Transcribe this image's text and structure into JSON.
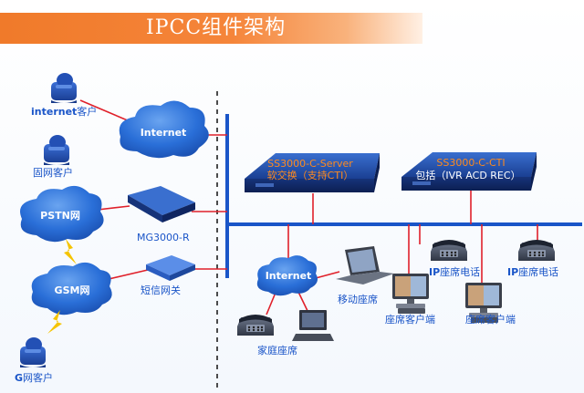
{
  "title": "IPCC组件架构",
  "clouds": {
    "internet_main": "Internet",
    "pstn": "PSTN网",
    "gsm": "GSM网",
    "internet_small": "Internet"
  },
  "labels": {
    "internet_customer_bold": "internet",
    "internet_customer_rest": "客户",
    "fixed_customer": "固网客户",
    "g_customer_bold": "G",
    "g_customer_rest": "网客户",
    "mg3000": "MG3000-R",
    "sms_gateway": "短信网关",
    "mobile_seat": "移动座席",
    "home_seat": "家庭座席",
    "seat_client_1": "座席客户端",
    "seat_client_2": "座席客户端",
    "ip_phone_1_bold": "IP",
    "ip_phone_1_rest": "座席电话",
    "ip_phone_2_bold": "IP",
    "ip_phone_2_rest": "座席电话"
  },
  "servers": {
    "server1_line1": "SS3000-C-Server",
    "server1_line2": "软交换（支持CTI）",
    "server2_line1": "SS3000-C-CTI",
    "server2_line2": "包括（IVR ACD REC）"
  },
  "colors": {
    "title_bar": "#f07a2a",
    "network_line": "#e0202a",
    "backbone": "#1a55c8",
    "cloud": "#2a6fd8",
    "server_text": "#ff8a1e",
    "label_text": "#1a55c8"
  },
  "icons": [
    "user-icon",
    "cloud-icon",
    "server-icon",
    "router-icon",
    "laptop-icon",
    "phone-icon",
    "desktop-icon",
    "lightning-icon"
  ]
}
